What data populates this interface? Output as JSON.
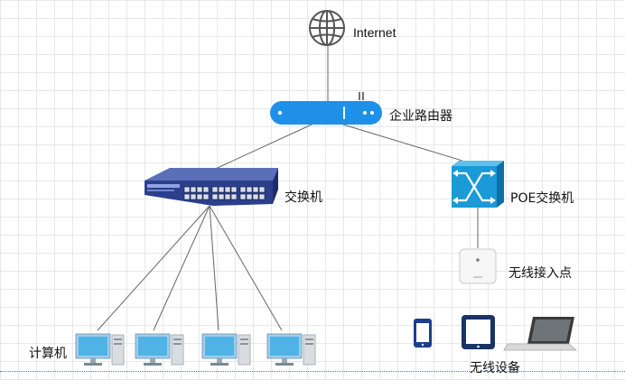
{
  "nodes": {
    "internet": {
      "label": "Internet",
      "icon": "globe-icon"
    },
    "router": {
      "label": "企业路由器",
      "icon": "router-icon"
    },
    "switch": {
      "label": "交换机",
      "icon": "network-switch-icon"
    },
    "poe_switch": {
      "label": "POE交换机",
      "icon": "poe-switch-icon"
    },
    "access_point": {
      "label": "无线接入点",
      "icon": "wireless-access-point-icon"
    },
    "computers": {
      "label": "计算机",
      "icon": "desktop-computer-icon",
      "count": 4
    },
    "wireless_devices": {
      "label": "无线设备",
      "icons": [
        "phone-icon",
        "tablet-icon",
        "laptop-icon"
      ]
    }
  },
  "colors": {
    "router_blue": "#1e90e8",
    "poe_blue": "#1a9ad6",
    "switch_navy": "#2b3f8c",
    "device_navy": "#1a3366",
    "monitor_screen": "#4fb3e6",
    "line": "#666666"
  }
}
